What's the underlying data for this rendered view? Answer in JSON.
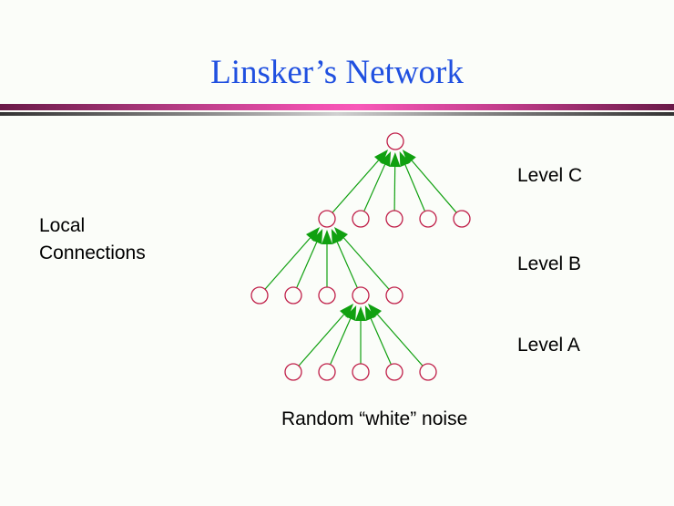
{
  "slide": {
    "title": "Linsker’s Network",
    "colors": {
      "title": "#2050e0",
      "node_stroke": "#c0204a",
      "connection": "#10a010"
    }
  },
  "labels": {
    "local_line1": "Local",
    "local_line2": "Connections",
    "level_c": "Level C",
    "level_b": "Level B",
    "level_a": "Level A",
    "noise": "Random “white” noise"
  },
  "network": {
    "levels": [
      {
        "name": "Level C",
        "node_count": 1
      },
      {
        "name": "Level B",
        "node_count": 5,
        "receiving_node_index": 0
      },
      {
        "name": "Level A",
        "node_count": 5,
        "receiving_node_index": 3
      },
      {
        "name": "Random white noise input",
        "node_count": 5
      }
    ],
    "connections_per_receiving_node": 5
  }
}
